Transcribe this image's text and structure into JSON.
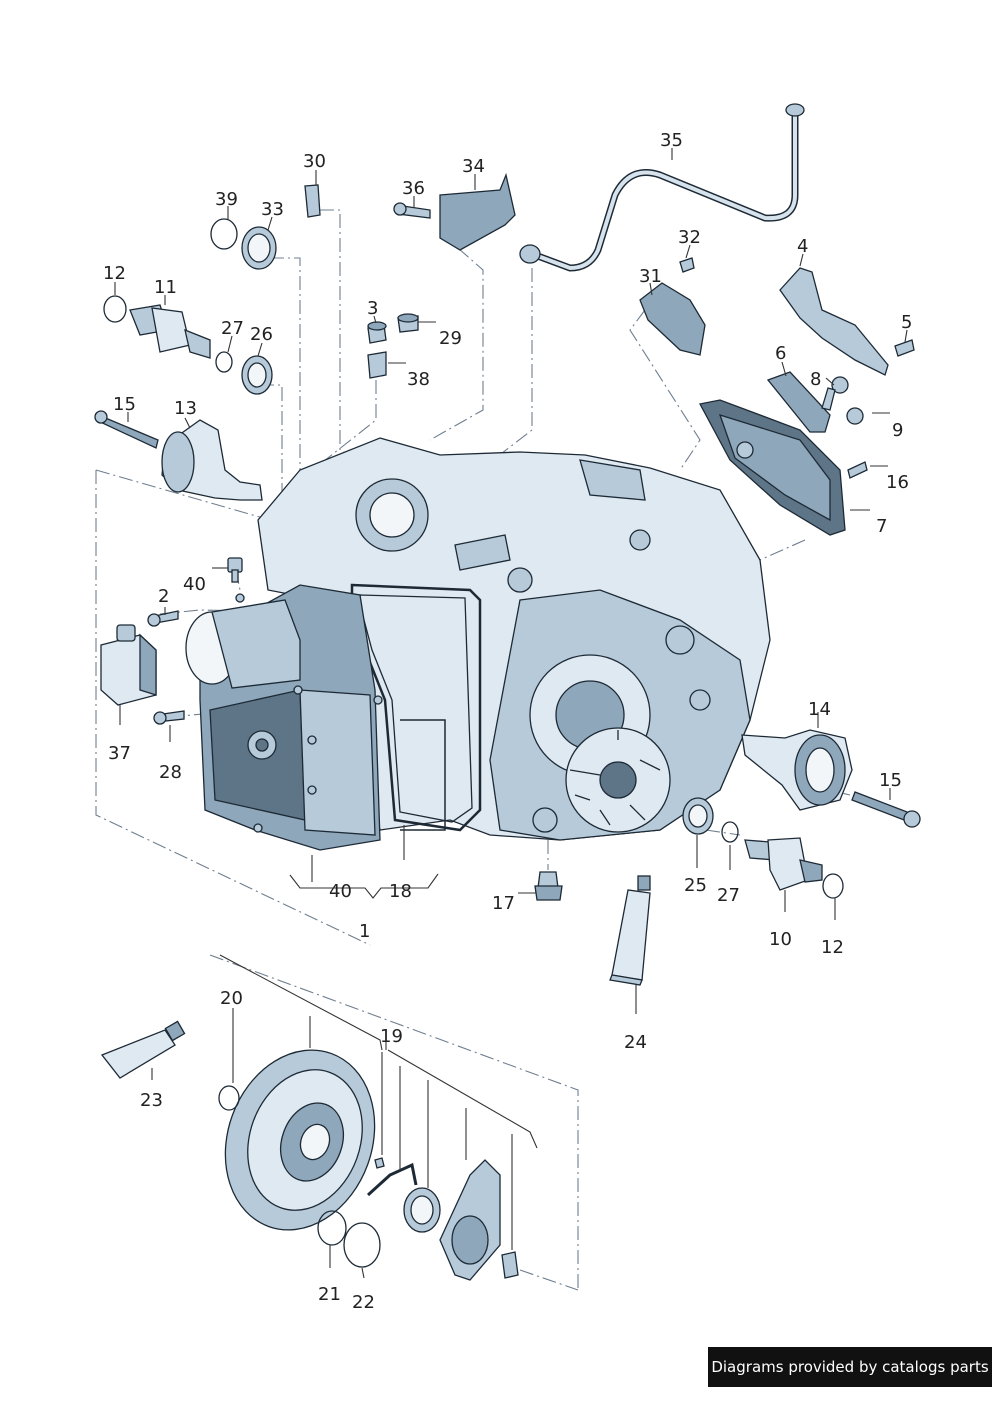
{
  "diagram": {
    "callouts": [
      "1",
      "2",
      "3",
      "4",
      "5",
      "6",
      "7",
      "8",
      "9",
      "10",
      "11",
      "12",
      "12",
      "13",
      "14",
      "15",
      "15",
      "16",
      "17",
      "18",
      "19",
      "20",
      "21",
      "22",
      "23",
      "24",
      "25",
      "26",
      "27",
      "27",
      "28",
      "29",
      "30",
      "31",
      "32",
      "33",
      "34",
      "35",
      "36",
      "37",
      "38",
      "39",
      "40",
      "40"
    ]
  },
  "watermark": {
    "text": "Diagrams provided by catalogs parts"
  }
}
